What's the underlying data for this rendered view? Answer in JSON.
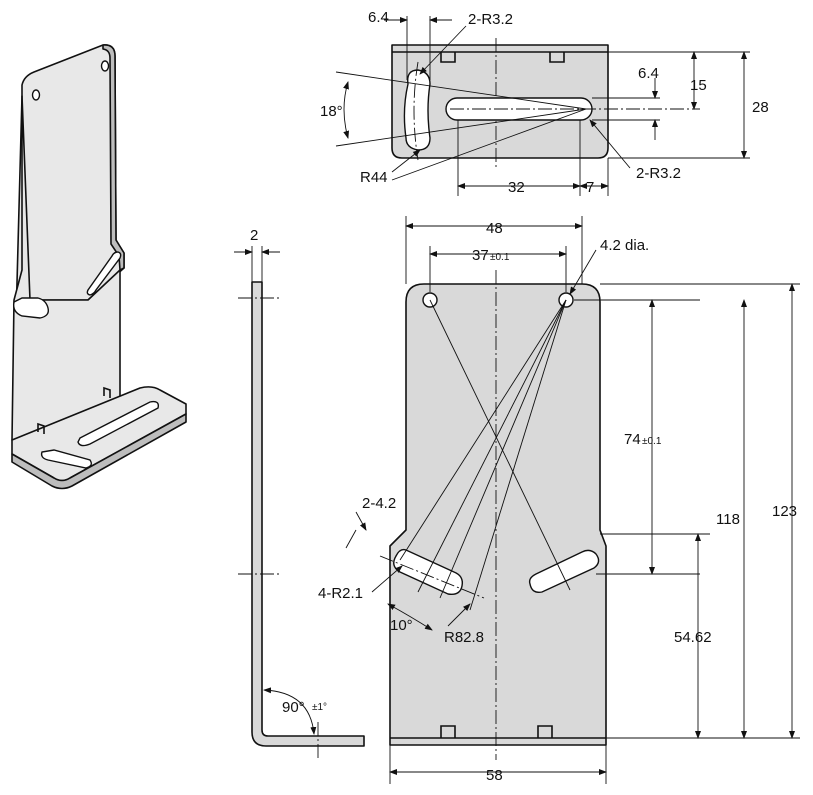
{
  "drawing": {
    "top_view_labels": {
      "slot_width": "6.4",
      "slot_radius_left": "2-R3.2",
      "slot_height": "6.4",
      "height_15": "15",
      "height_28": "28",
      "angle": "18°",
      "radius_44": "R44",
      "len_32": "32",
      "len_7": "7",
      "slot_radius_right": "2-R3.2"
    },
    "side_view_labels": {
      "thickness": "2",
      "bend_angle": "90°",
      "bend_tolerance": "±1°"
    },
    "front_view_labels": {
      "width_48": "48",
      "pitch_37": "37",
      "pitch_37_tol": "±0.1",
      "hole_dia": "4.2 dia.",
      "pitch_74": "74",
      "pitch_74_tol": "±0.1",
      "height_118": "118",
      "height_123": "123",
      "slot_width_2": "2-4.2",
      "slot_radius_4": "4-R2.1",
      "angle_10": "10°",
      "radius_82": "R82.8",
      "height_5462": "54.62",
      "width_58": "58"
    }
  }
}
